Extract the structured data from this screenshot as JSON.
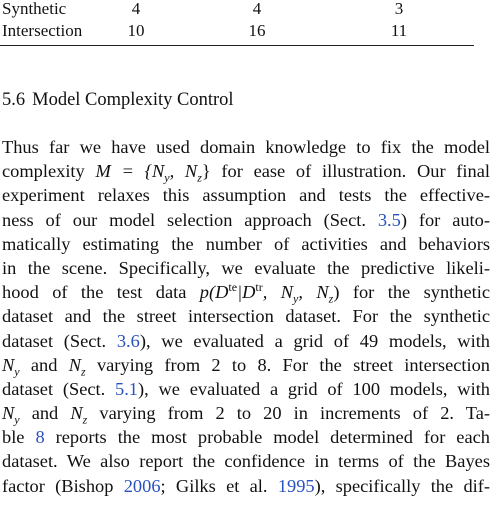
{
  "table": {
    "rows": [
      {
        "label": "Synthetic",
        "values": [
          "4",
          "4",
          "3"
        ]
      },
      {
        "label": "Intersection",
        "values": [
          "10",
          "16",
          "11"
        ]
      }
    ]
  },
  "section": {
    "number": "5.6",
    "title": "Model Complexity Control"
  },
  "paragraph": {
    "l1": "Thus far we have used domain knowledge to fix the model",
    "l2a": "complexity ",
    "l2math": "M = {N",
    "l2sub1": "y",
    "l2mid": ", N",
    "l2sub2": "z",
    "l2close": "}",
    "l2b": " for ease of illustration. Our final",
    "l3": "experiment relaxes this assumption and tests the effective-",
    "l4a": "ness of our model selection approach (Sect. ",
    "l4ref": "3.5",
    "l4b": ") for auto-",
    "l5": "matically estimating the number of activities and behaviors",
    "l6": "in the scene. Specifically, we evaluate the predictive likeli-",
    "l7a": "hood of the test data ",
    "l7math": "p(D",
    "l7sup1": "te",
    "l7mid": "|D",
    "l7sup2": "tr",
    "l7mid2": ", N",
    "l7sub1": "y",
    "l7mid3": ", N",
    "l7sub2": "z",
    "l7close": ")",
    "l7b": " for the synthetic",
    "l8": "dataset and the street intersection dataset. For the synthetic",
    "l9a": "dataset (Sect. ",
    "l9ref": "3.6",
    "l9b": "), we evaluated a grid of 49 models, with",
    "l10math1": "N",
    "l10sub1": "y",
    "l10a": " and ",
    "l10math2": "N",
    "l10sub2": "z",
    "l10b": " varying from 2 to 8. For the street intersection",
    "l11a": "dataset (Sect. ",
    "l11ref": "5.1",
    "l11b": "), we evaluated a grid of 100 models, with",
    "l12math1": "N",
    "l12sub1": "y",
    "l12a": " and ",
    "l12math2": "N",
    "l12sub2": "z",
    "l12b": " varying from 2 to 20 in increments of 2. Ta-",
    "l13a": "ble ",
    "l13ref": "8",
    "l13b": " reports the most probable model determined for each",
    "l14": "dataset. We also report the confidence in terms of the Bayes",
    "l15a": "factor (Bishop ",
    "l15ref1": "2006",
    "l15b": "; Gilks et al. ",
    "l15ref2": "1995",
    "l15c": "), specifically the dif-"
  },
  "colors": {
    "text": "#111111",
    "link": "#2a52be",
    "background": "#ffffff"
  }
}
